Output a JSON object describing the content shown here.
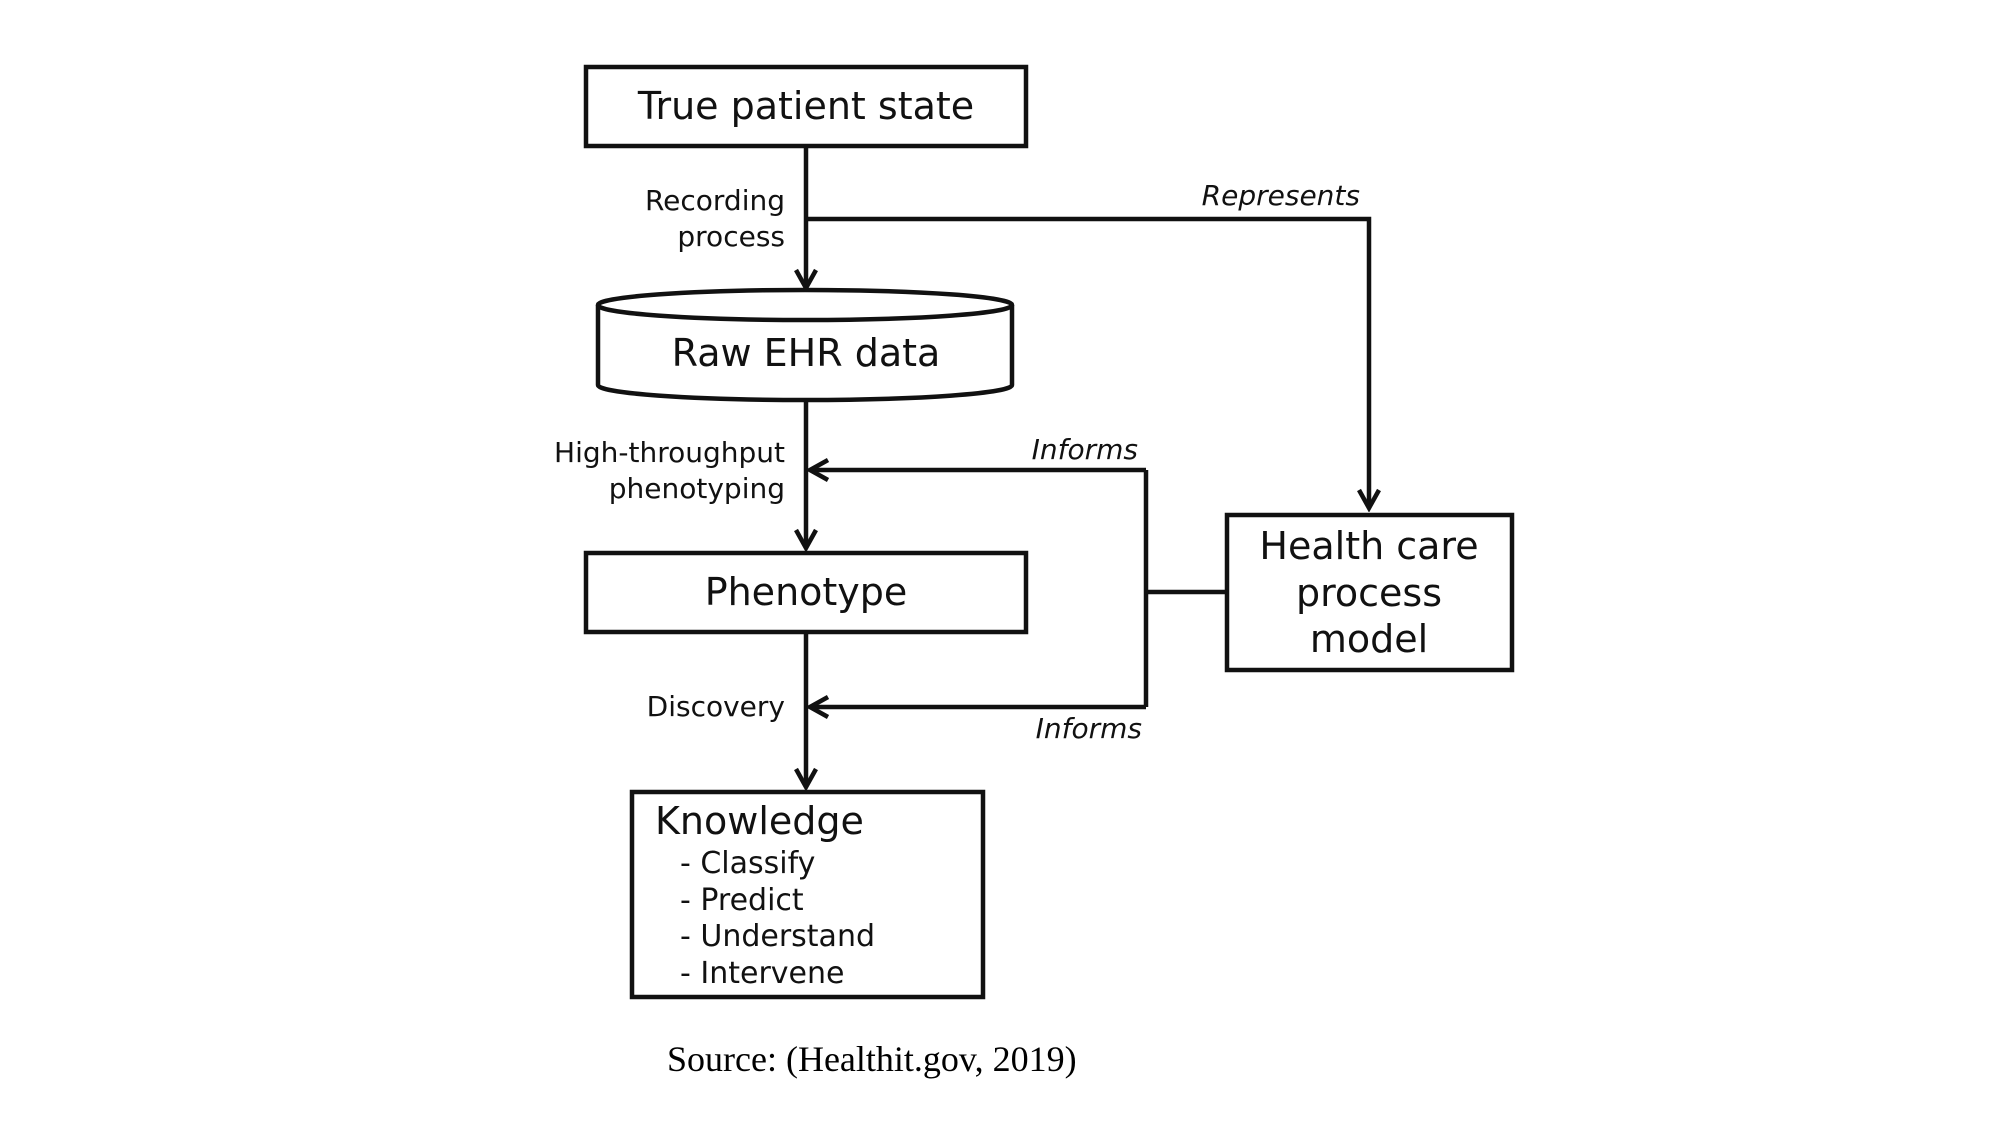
{
  "nodes": {
    "true_state": "True patient state",
    "raw_ehr": "Raw EHR data",
    "phenotype": "Phenotype",
    "knowledge": {
      "title": "Knowledge",
      "items": [
        "- Classify",
        "- Predict",
        "- Understand",
        "- Intervene"
      ]
    },
    "health_care_model": [
      "Health care",
      "process",
      "model"
    ]
  },
  "edges": {
    "recording": [
      "Recording",
      "process"
    ],
    "represents": "Represents",
    "high_throughput": [
      "High-throughput",
      "phenotyping"
    ],
    "informs_top": "Informs",
    "informs_bottom": "Informs",
    "discovery": "Discovery"
  },
  "source": "Source: (Healthit.gov, 2019)"
}
